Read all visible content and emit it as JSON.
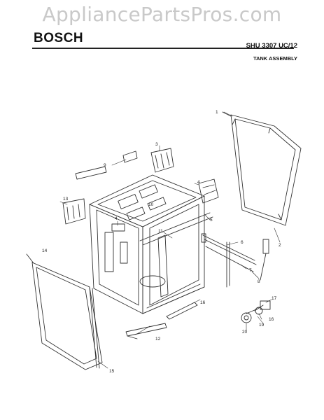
{
  "watermark": "AppliancePartsPros.com",
  "header": {
    "brand": "BOSCH",
    "model": "SHU 3307 UC/12",
    "section": "TANK ASSEMBLY"
  },
  "callouts": {
    "c1": "1",
    "c2": "2",
    "c3": "3",
    "c4a": "4",
    "c4b": "4",
    "c5": "5",
    "c6": "6",
    "c7": "7",
    "c8": "8",
    "c9": "9",
    "c10": "10",
    "c11": "11",
    "c12": "12",
    "c13": "13",
    "c14": "14",
    "c15": "15",
    "c16a": "16",
    "c16b": "16",
    "c17": "17",
    "c19": "19",
    "c20": "20"
  }
}
